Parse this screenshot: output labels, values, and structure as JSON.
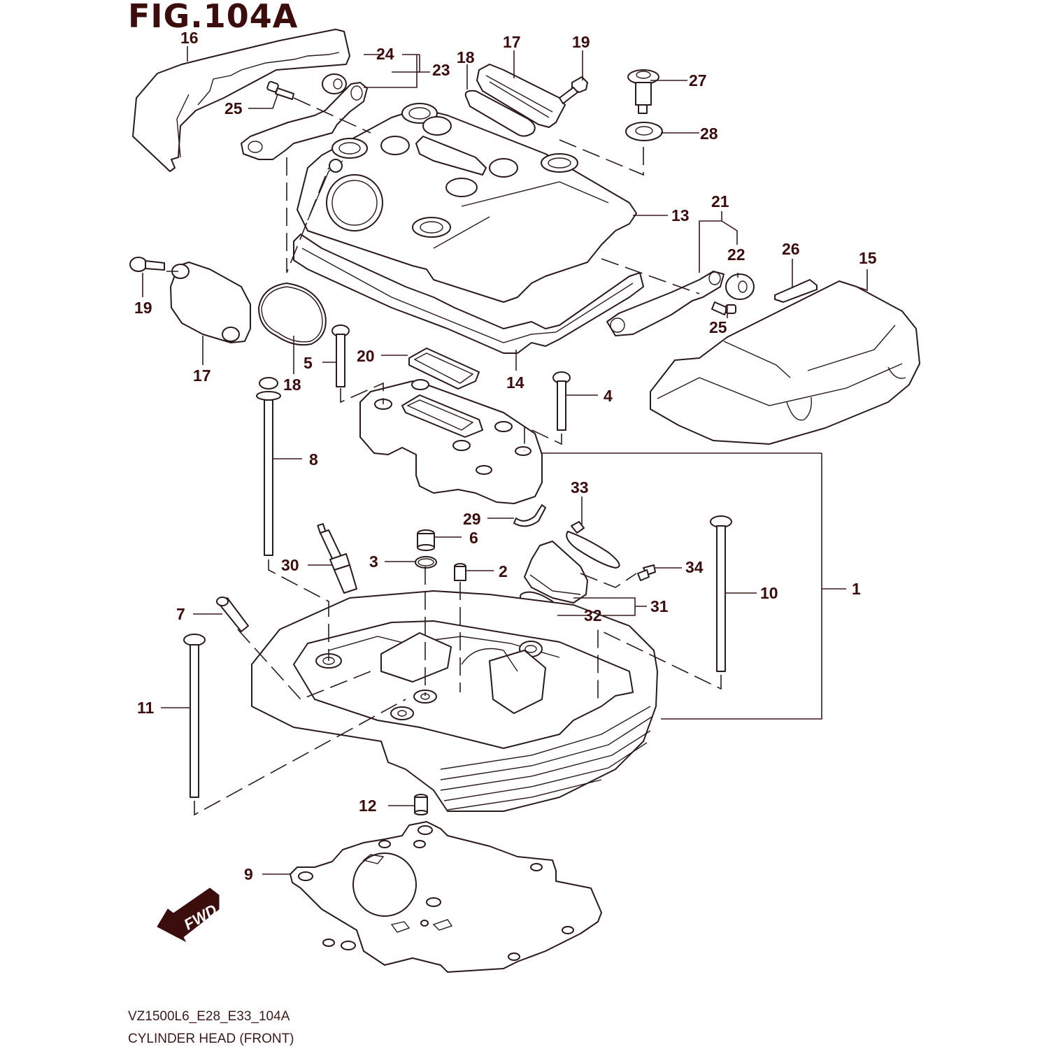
{
  "figure": {
    "title": "FIG.104A",
    "model_code": "VZ1500L6_E28_E33_104A",
    "caption": "CYLINDER HEAD (FRONT)",
    "direction_indicator": "FWD",
    "ink_color": "#3b0d0d"
  },
  "callouts": [
    {
      "id": "c1",
      "label": "1"
    },
    {
      "id": "c2",
      "label": "2"
    },
    {
      "id": "c3",
      "label": "3"
    },
    {
      "id": "c4",
      "label": "4"
    },
    {
      "id": "c5",
      "label": "5"
    },
    {
      "id": "c6",
      "label": "6"
    },
    {
      "id": "c7",
      "label": "7"
    },
    {
      "id": "c8",
      "label": "8"
    },
    {
      "id": "c9",
      "label": "9"
    },
    {
      "id": "c10",
      "label": "10"
    },
    {
      "id": "c11",
      "label": "11"
    },
    {
      "id": "c12",
      "label": "12"
    },
    {
      "id": "c13",
      "label": "13"
    },
    {
      "id": "c14",
      "label": "14"
    },
    {
      "id": "c15",
      "label": "15"
    },
    {
      "id": "c16",
      "label": "16"
    },
    {
      "id": "c17a",
      "label": "17"
    },
    {
      "id": "c17b",
      "label": "17"
    },
    {
      "id": "c18a",
      "label": "18"
    },
    {
      "id": "c18b",
      "label": "18"
    },
    {
      "id": "c19a",
      "label": "19"
    },
    {
      "id": "c19b",
      "label": "19"
    },
    {
      "id": "c20",
      "label": "20"
    },
    {
      "id": "c21",
      "label": "21"
    },
    {
      "id": "c22",
      "label": "22"
    },
    {
      "id": "c23",
      "label": "23"
    },
    {
      "id": "c24",
      "label": "24"
    },
    {
      "id": "c25a",
      "label": "25"
    },
    {
      "id": "c25b",
      "label": "25"
    },
    {
      "id": "c26",
      "label": "26"
    },
    {
      "id": "c27",
      "label": "27"
    },
    {
      "id": "c28",
      "label": "28"
    },
    {
      "id": "c29",
      "label": "29"
    },
    {
      "id": "c30",
      "label": "30"
    },
    {
      "id": "c31",
      "label": "31"
    },
    {
      "id": "c32",
      "label": "32"
    },
    {
      "id": "c33",
      "label": "33"
    },
    {
      "id": "c34",
      "label": "34"
    }
  ]
}
